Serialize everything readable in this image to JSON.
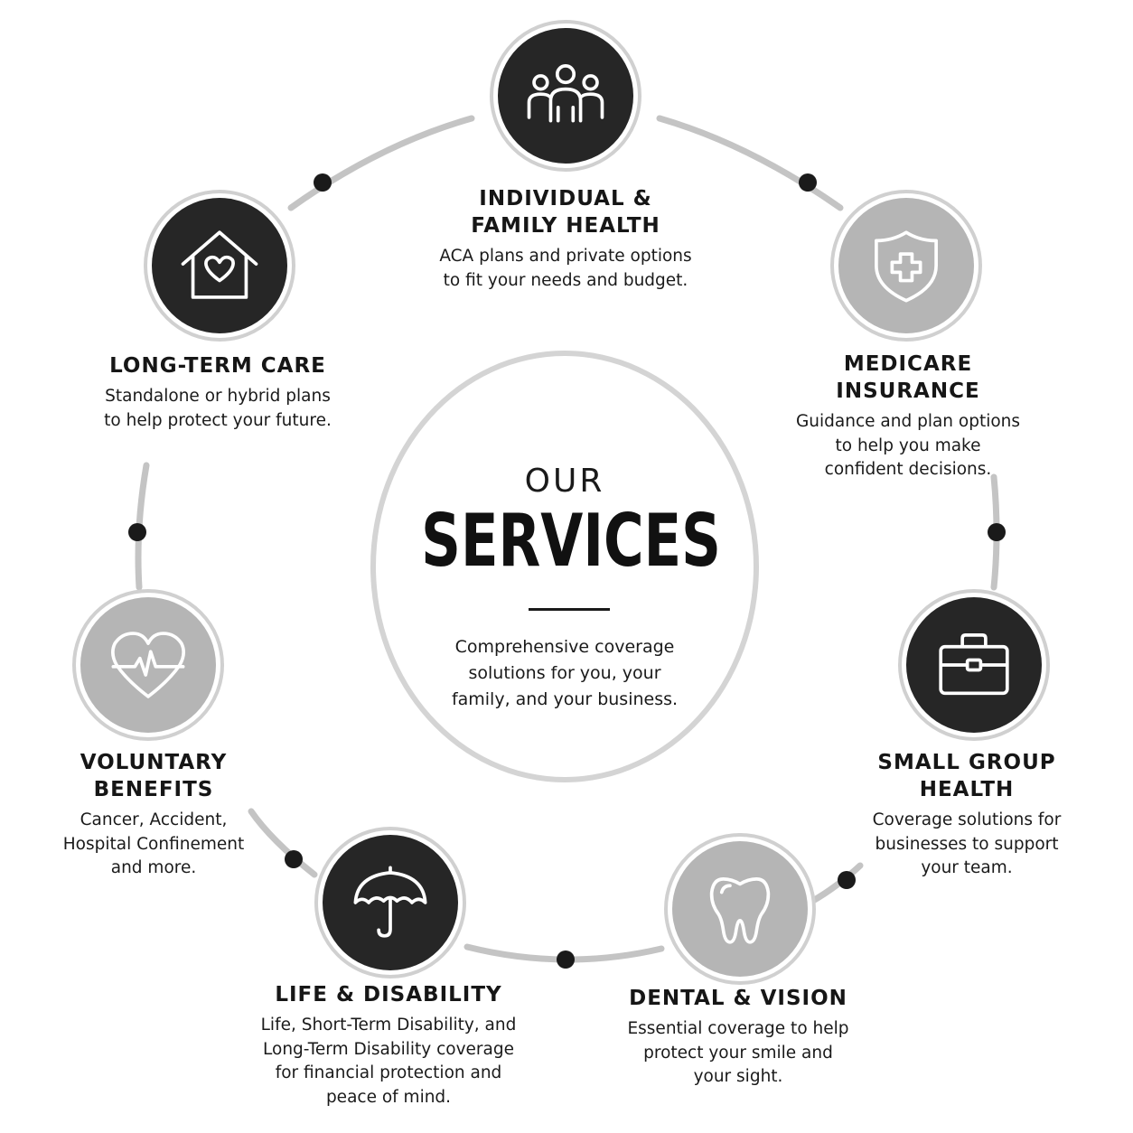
{
  "center": {
    "kicker": "OUR",
    "title": "SERVICES",
    "subtitle": "Comprehensive coverage solutions for you, your family, and your business."
  },
  "services": [
    {
      "title": "INDIVIDUAL & FAMILY HEALTH",
      "description": "ACA plans and private options to fit your needs and budget.",
      "icon": "family-group-icon"
    },
    {
      "title": "MEDICARE INSURANCE",
      "description": "Guidance and plan options to help you make confident decisions.",
      "icon": "shield-plus-icon"
    },
    {
      "title": "SMALL GROUP HEALTH",
      "description": "Coverage solutions for businesses to support your team.",
      "icon": "briefcase-icon"
    },
    {
      "title": "DENTAL & VISION",
      "description": "Essential coverage to help protect your smile and your sight.",
      "icon": "tooth-icon"
    },
    {
      "title": "LIFE & DISABILITY",
      "description": "Life, Short-Term Disability, and Long-Term Disability coverage for financial protection and peace of mind.",
      "icon": "umbrella-icon"
    },
    {
      "title": "VOLUNTARY BENEFITS",
      "description": "Cancer, Accident, Hospital Confinement and more.",
      "icon": "heartbeat-icon"
    },
    {
      "title": "LONG-TERM CARE",
      "description": "Standalone or hybrid plans to help protect your future.",
      "icon": "house-heart-icon"
    }
  ],
  "colors": {
    "dark": "#262626",
    "light": "#b5b5b5",
    "ring": "#c4c4c4",
    "dot": "#1a1a1a"
  }
}
